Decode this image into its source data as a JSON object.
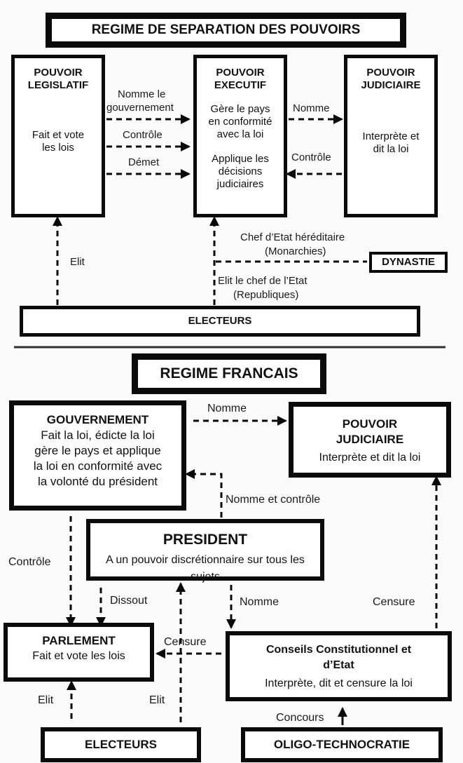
{
  "top_section": {
    "title": "REGIME DE SEPARATION DES POUVOIRS",
    "legislatif": {
      "title_1": "POUVOIR",
      "title_2": "LEGISLATIF",
      "desc_1": "Fait et vote",
      "desc_2": "les lois"
    },
    "executif": {
      "title_1": "POUVOIR",
      "title_2": "EXECUTIF",
      "desc_1": "Gère le pays",
      "desc_2": "en conformité",
      "desc_3": "avec la loi",
      "desc_4": "Applique les",
      "desc_5": "décisions",
      "desc_6": "judiciaires"
    },
    "judiciaire": {
      "title_1": "POUVOIR",
      "title_2": "JUDICIAIRE",
      "desc_1": "Interprète et",
      "desc_2": "dit la loi"
    },
    "arrows": {
      "nomme_gouvernement_1": "Nomme le",
      "nomme_gouvernement_2": "gouvernement",
      "controle_leg": "Contrôle",
      "demet": "Démet",
      "nomme_jud": "Nomme",
      "controle_jud": "Contrôle",
      "elit": "Elit",
      "chef_hereditaire_1": "Chef d’Etat héréditaire",
      "chef_hereditaire_2": "(Monarchies)",
      "elit_chef_1": "Elit le chef de l’Etat",
      "elit_chef_2": "(Republiques)"
    },
    "dynastie": "DYNASTIE",
    "electeurs": "ELECTEURS"
  },
  "bottom_section": {
    "title": "REGIME FRANCAIS",
    "gouvernement": {
      "title": "GOUVERNEMENT",
      "desc_1": "Fait la loi, édicte la loi",
      "desc_2": "gère le pays et applique",
      "desc_3": "la loi en conformité avec",
      "desc_4": "la volonté du président"
    },
    "judiciaire": {
      "title_1": "POUVOIR",
      "title_2": "JUDICIAIRE",
      "desc": "Interprète et dit la loi"
    },
    "president": {
      "title": "PRESIDENT",
      "desc": "A un pouvoir discrétionnaire sur tous les sujets"
    },
    "parlement": {
      "title": "PARLEMENT",
      "desc": "Fait et vote les lois"
    },
    "conseils": {
      "title_1": "Conseils Constitutionnel et",
      "title_2": "d’Etat",
      "desc": "Interprète, dit et censure la loi"
    },
    "electeurs": "ELECTEURS",
    "oligo": "OLIGO-TECHNOCRATIE",
    "arrows": {
      "nomme_top": "Nomme",
      "nomme_controle": "Nomme et contrôle",
      "controle": "Contrôle",
      "dissout": "Dissout",
      "nomme": "Nomme",
      "censure_right": "Censure",
      "censure_left": "Censure",
      "elit_left": "Elit",
      "elit_right": "Elit",
      "concours": "Concours"
    }
  }
}
